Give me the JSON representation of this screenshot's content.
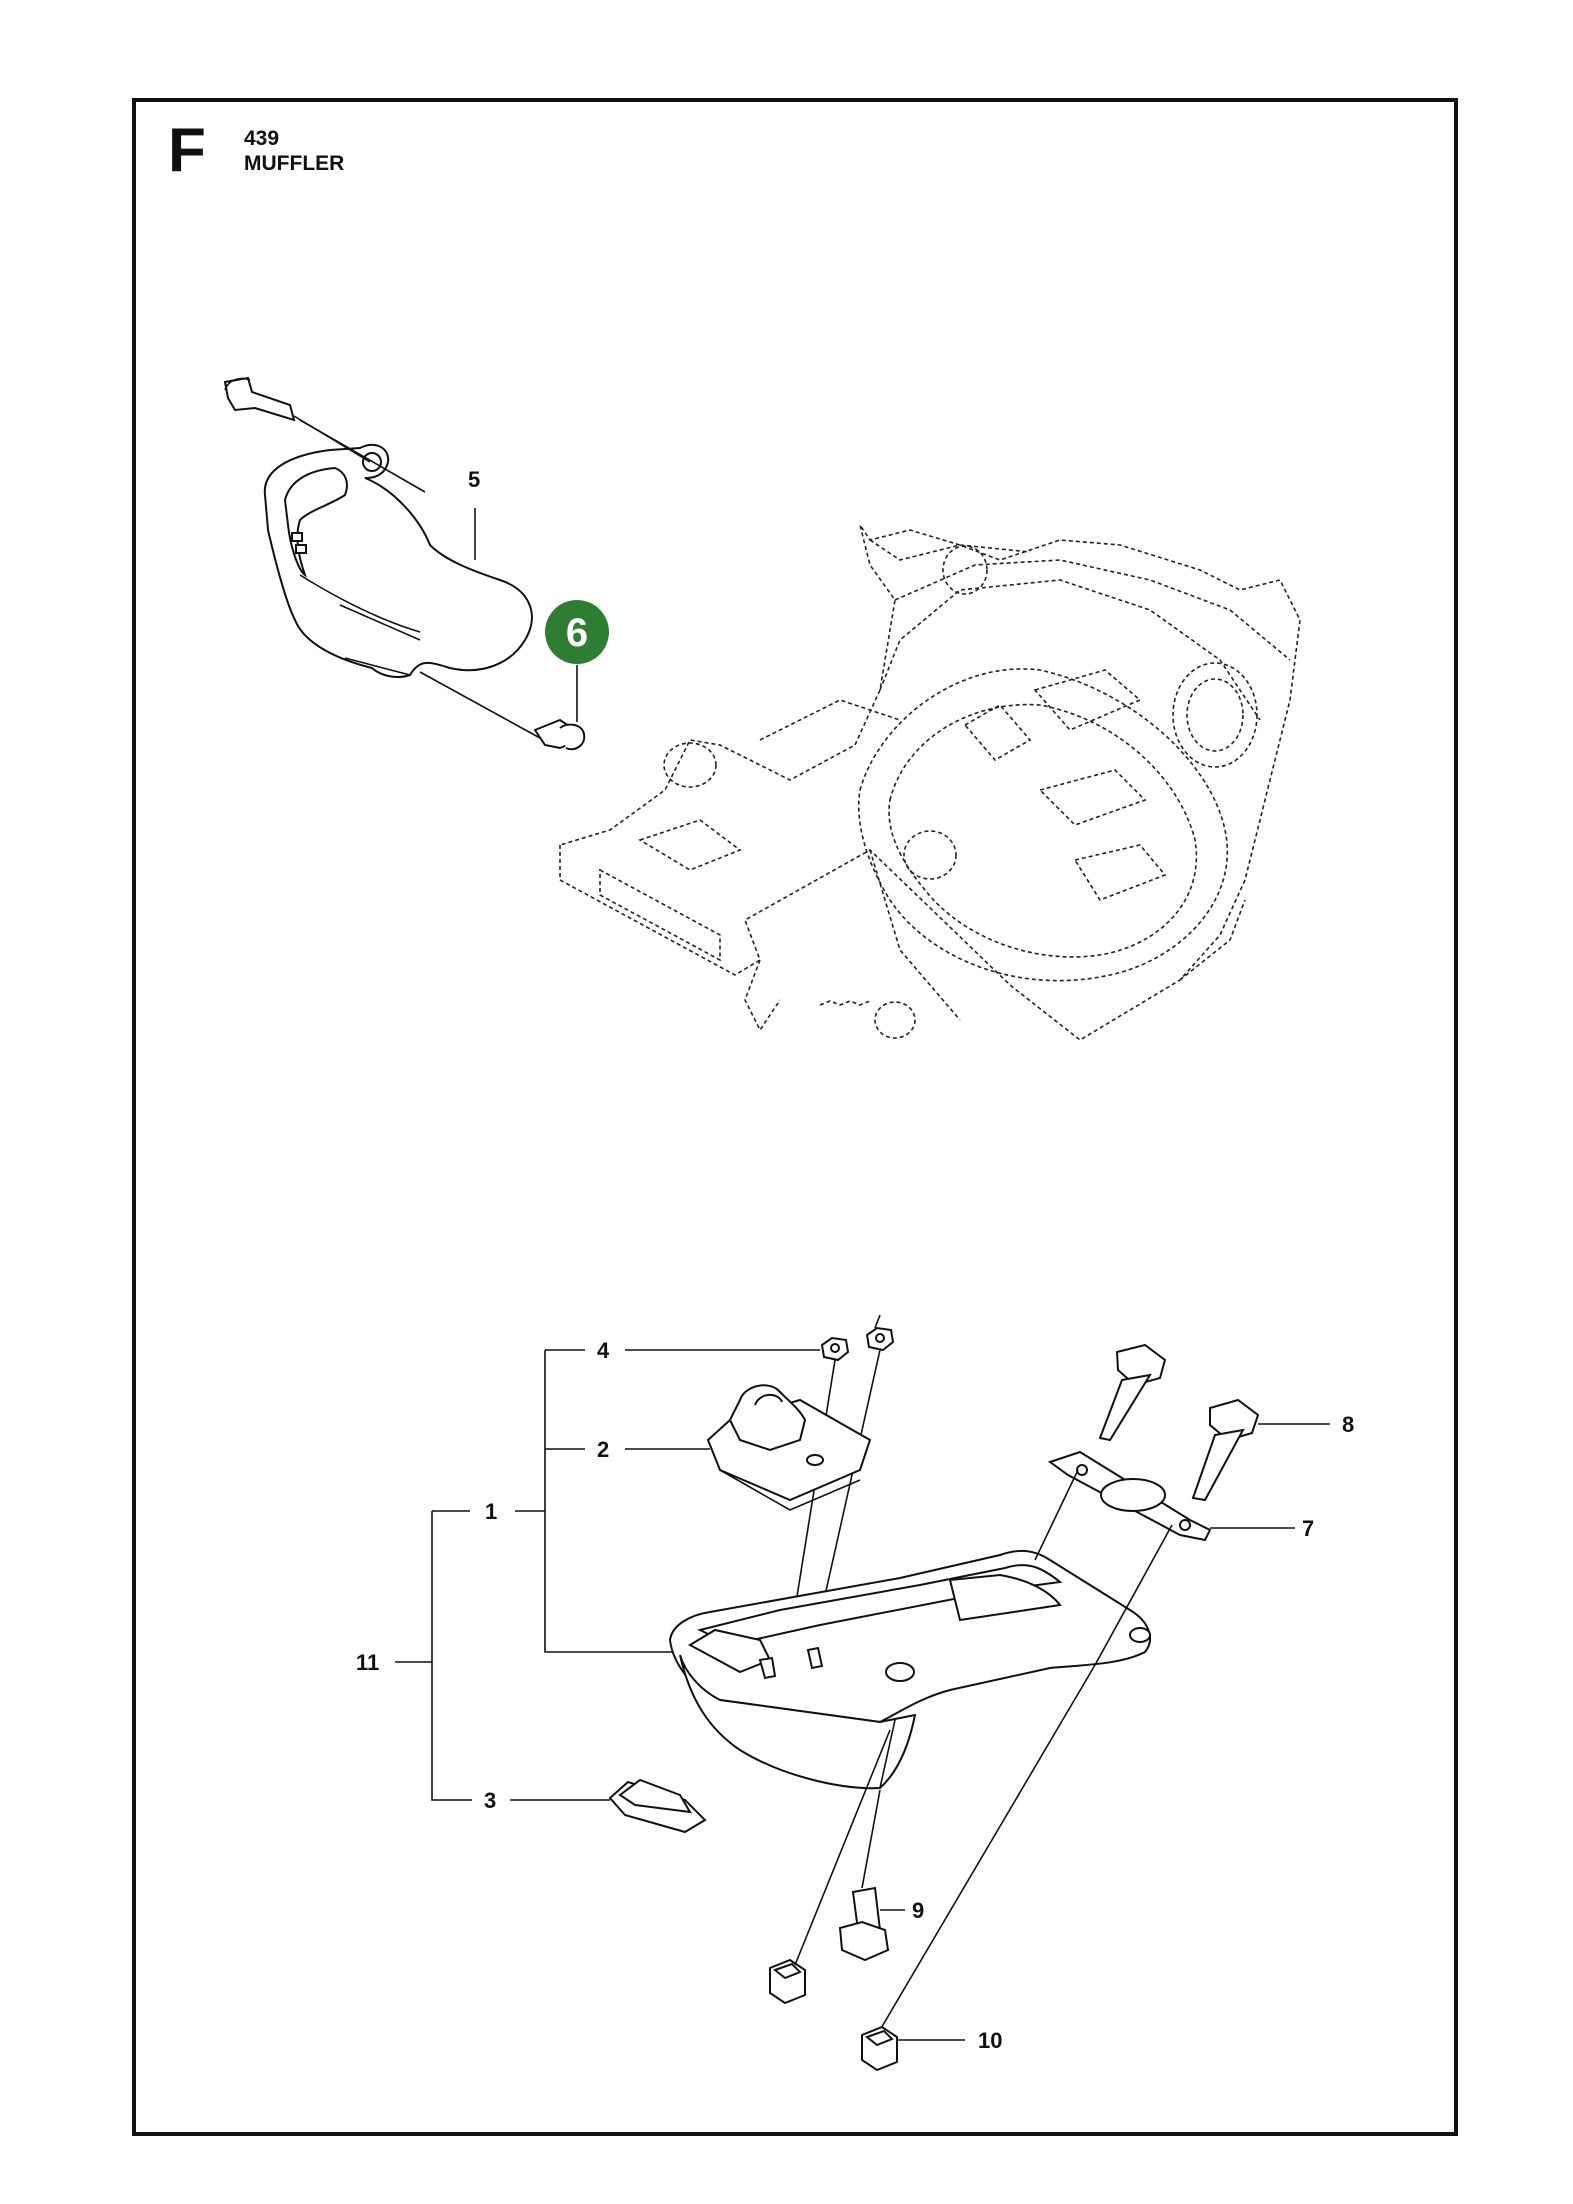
{
  "header": {
    "section_letter": "F",
    "model": "439",
    "title": "MUFFLER"
  },
  "colors": {
    "highlight": "#2e7d32",
    "line": "#111111"
  },
  "callouts": {
    "c1": "1",
    "c2": "2",
    "c3": "3",
    "c4": "4",
    "c5": "5",
    "c6": "6",
    "c7": "7",
    "c8": "8",
    "c9": "9",
    "c10": "10",
    "c11": "11"
  },
  "highlighted_part": "6"
}
